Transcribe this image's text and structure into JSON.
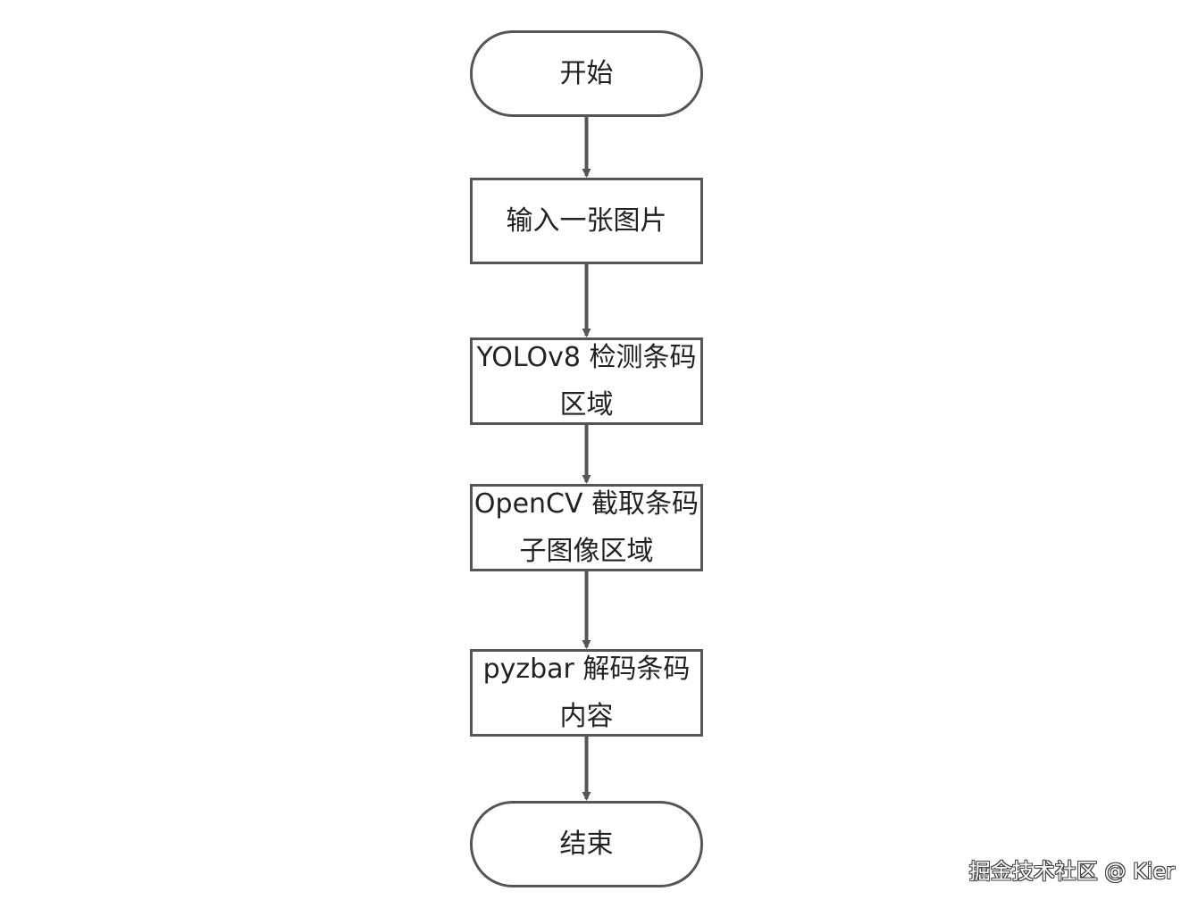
{
  "colors": {
    "stroke": "#555555",
    "text": "#222222",
    "background": "#ffffff"
  },
  "nodes": {
    "start": {
      "label": "开始",
      "shape": "terminal"
    },
    "input": {
      "label": "输入一张图片",
      "shape": "process"
    },
    "detect": {
      "line1": "YOLOv8 检测条码",
      "line2": "区域",
      "shape": "process"
    },
    "crop": {
      "line1": "OpenCV 截取条码",
      "line2": "子图像区域",
      "shape": "process"
    },
    "decode": {
      "line1": "pyzbar 解码条码",
      "line2": "内容",
      "shape": "process"
    },
    "end": {
      "label": "结束",
      "shape": "terminal"
    }
  },
  "edges": [
    {
      "from": "start",
      "to": "input"
    },
    {
      "from": "input",
      "to": "detect"
    },
    {
      "from": "detect",
      "to": "crop"
    },
    {
      "from": "crop",
      "to": "decode"
    },
    {
      "from": "decode",
      "to": "end"
    }
  ],
  "watermark": "掘金技术社区 @ Kier"
}
